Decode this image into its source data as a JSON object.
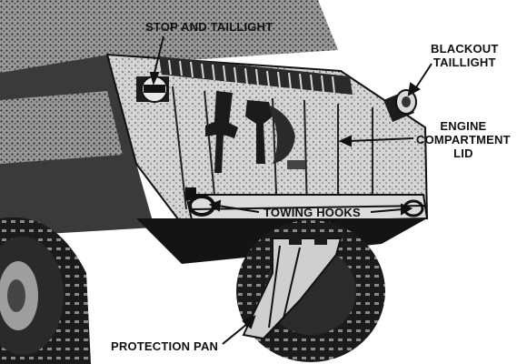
{
  "figure": {
    "palette": {
      "ink": "#111111",
      "dark": "#1f1f1f",
      "mid": "#6b6b6b",
      "light": "#bdbdbd",
      "paper": "#ffffff"
    },
    "labels": {
      "stop_taillight": "STOP AND TAILLIGHT",
      "blackout_taillight": [
        "BLACKOUT",
        "TAILLIGHT"
      ],
      "engine_compartment_lid": [
        "ENGINE",
        "COMPARTMENT",
        "LID"
      ],
      "towing_hooks": "TOWING HOOKS",
      "protection_pan": "PROTECTION PAN"
    }
  }
}
